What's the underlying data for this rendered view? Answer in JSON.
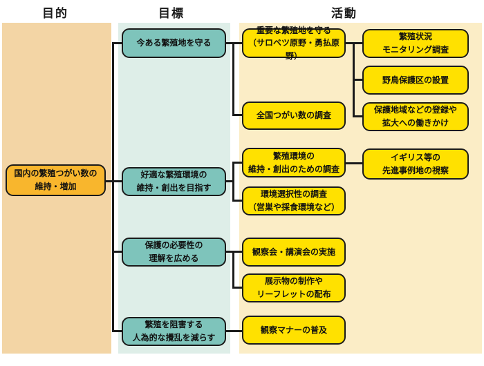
{
  "headers": {
    "purpose": "目的",
    "goal": "目標",
    "activity": "活動"
  },
  "purpose": {
    "label": "国内の繁殖つがい数の\n維持・増加"
  },
  "goals": [
    {
      "label": "今ある繁殖地を守る"
    },
    {
      "label": "好適な繁殖環境の\n維持・創出を目指す"
    },
    {
      "label": "保護の必要性の\n理解を広める"
    },
    {
      "label": "繁殖を阻害する\n人為的な攪乱を減らす"
    }
  ],
  "activities": [
    {
      "label": "重要な繁殖地を守る\n（サロベツ原野・勇払原野）"
    },
    {
      "label": "全国つがい数の調査"
    },
    {
      "label": "繁殖環境の\n維持・創出のための調査"
    },
    {
      "label": "環境選択性の調査\n（営巣や採食環境など）"
    },
    {
      "label": "観察会・講演会の実施"
    },
    {
      "label": "展示物の制作や\nリーフレットの配布"
    },
    {
      "label": "観察マナーの普及"
    },
    {
      "label": "繁殖状況\nモニタリング調査"
    },
    {
      "label": "野鳥保護区の設置"
    },
    {
      "label": "保護地域などの登録や\n拡大への働きかけ"
    },
    {
      "label": "イギリス等の\n先進事例地の視察"
    }
  ],
  "colors": {
    "purpose_column_bg": "#F3D5A5",
    "goal_column_bg": "#DEEEE8",
    "activity_column_bg": "#FBEDC6",
    "purpose_box": "#F8B62D",
    "goal_box": "#7EC4BB",
    "activity_box": "#FFE100",
    "line": "#1a1a1a"
  }
}
